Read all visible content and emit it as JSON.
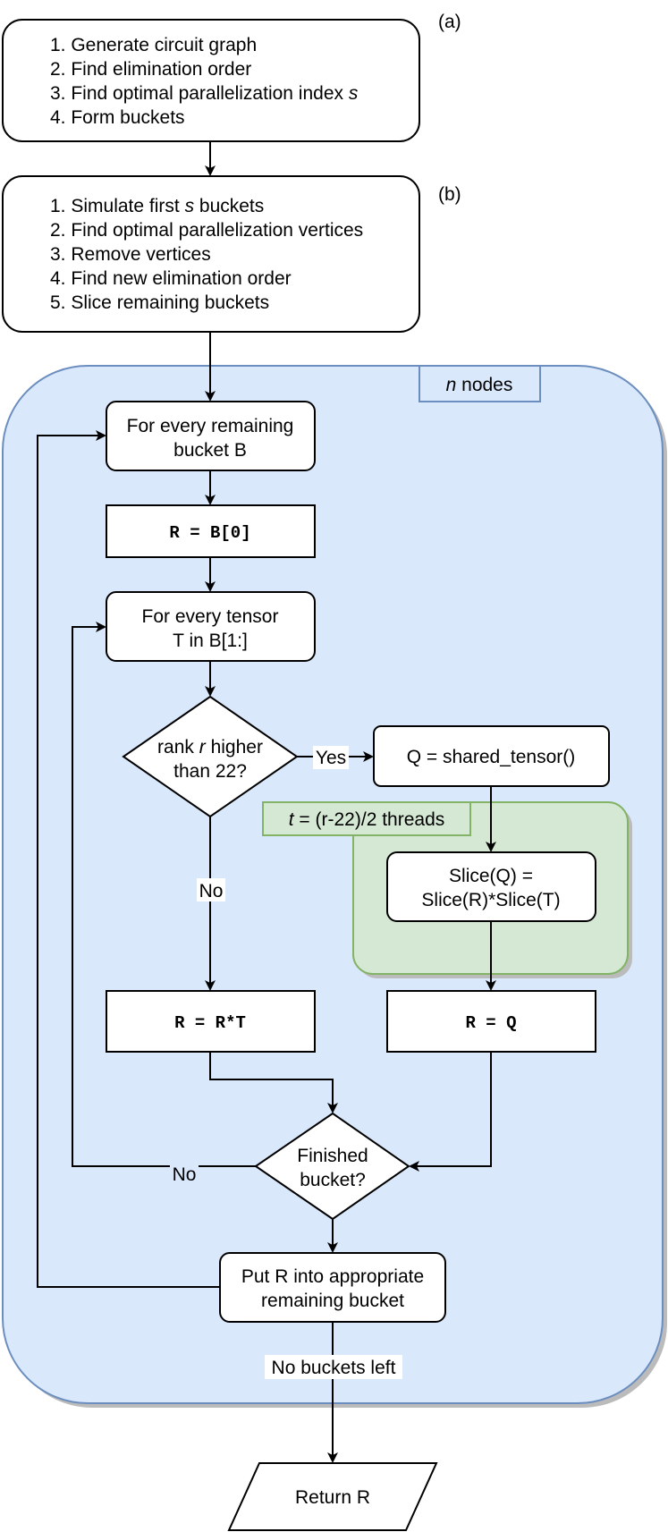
{
  "labels": {
    "a": "(a)",
    "b": "(b)"
  },
  "box_a": {
    "lines": [
      "1. Generate circuit graph",
      "2. Find elimination order",
      "3. Find optimal parallelization index ",
      "4. Form buckets"
    ],
    "line3_var": "s"
  },
  "box_b": {
    "line1_pre": "1. Simulate first ",
    "line1_var": "s",
    "line1_post": " buckets",
    "lines": [
      "2. Find optimal parallelization vertices",
      "3. Remove vertices",
      "4. Find new elimination order",
      "5. Slice remaining buckets"
    ]
  },
  "nodes_label": {
    "var": "n",
    "text": " nodes"
  },
  "loop_bucket": {
    "line1": "For every remaining",
    "line2": "bucket B"
  },
  "assign_r": "R = B[0]",
  "loop_tensor": {
    "line1": "For every tensor",
    "line2": "T in B[1:]"
  },
  "decision_rank": {
    "pre": "rank ",
    "var": "r",
    "post": " higher",
    "line2": "than 22?"
  },
  "edge_yes": "Yes",
  "edge_no": "No",
  "shared_tensor": "Q = shared_tensor()",
  "threads_label": {
    "var": "t",
    "text": " = (r-22)/2 threads"
  },
  "slice_box": {
    "line1": "Slice(Q) =",
    "line2": "Slice(R)*Slice(T)"
  },
  "r_times_t": "R = R*T",
  "r_equals_q": "R = Q",
  "decision_finished": {
    "line1": "Finished",
    "line2": "bucket?"
  },
  "edge_no_finished": "No",
  "put_r": {
    "line1": "Put R into appropriate",
    "line2": "remaining bucket"
  },
  "edge_no_buckets": "No buckets left",
  "return_r": "Return R",
  "colors": {
    "nodes_fill": "#dae8fc",
    "nodes_stroke": "#6c8ebf",
    "threads_fill": "#d5e8d4",
    "threads_stroke": "#82b366"
  }
}
